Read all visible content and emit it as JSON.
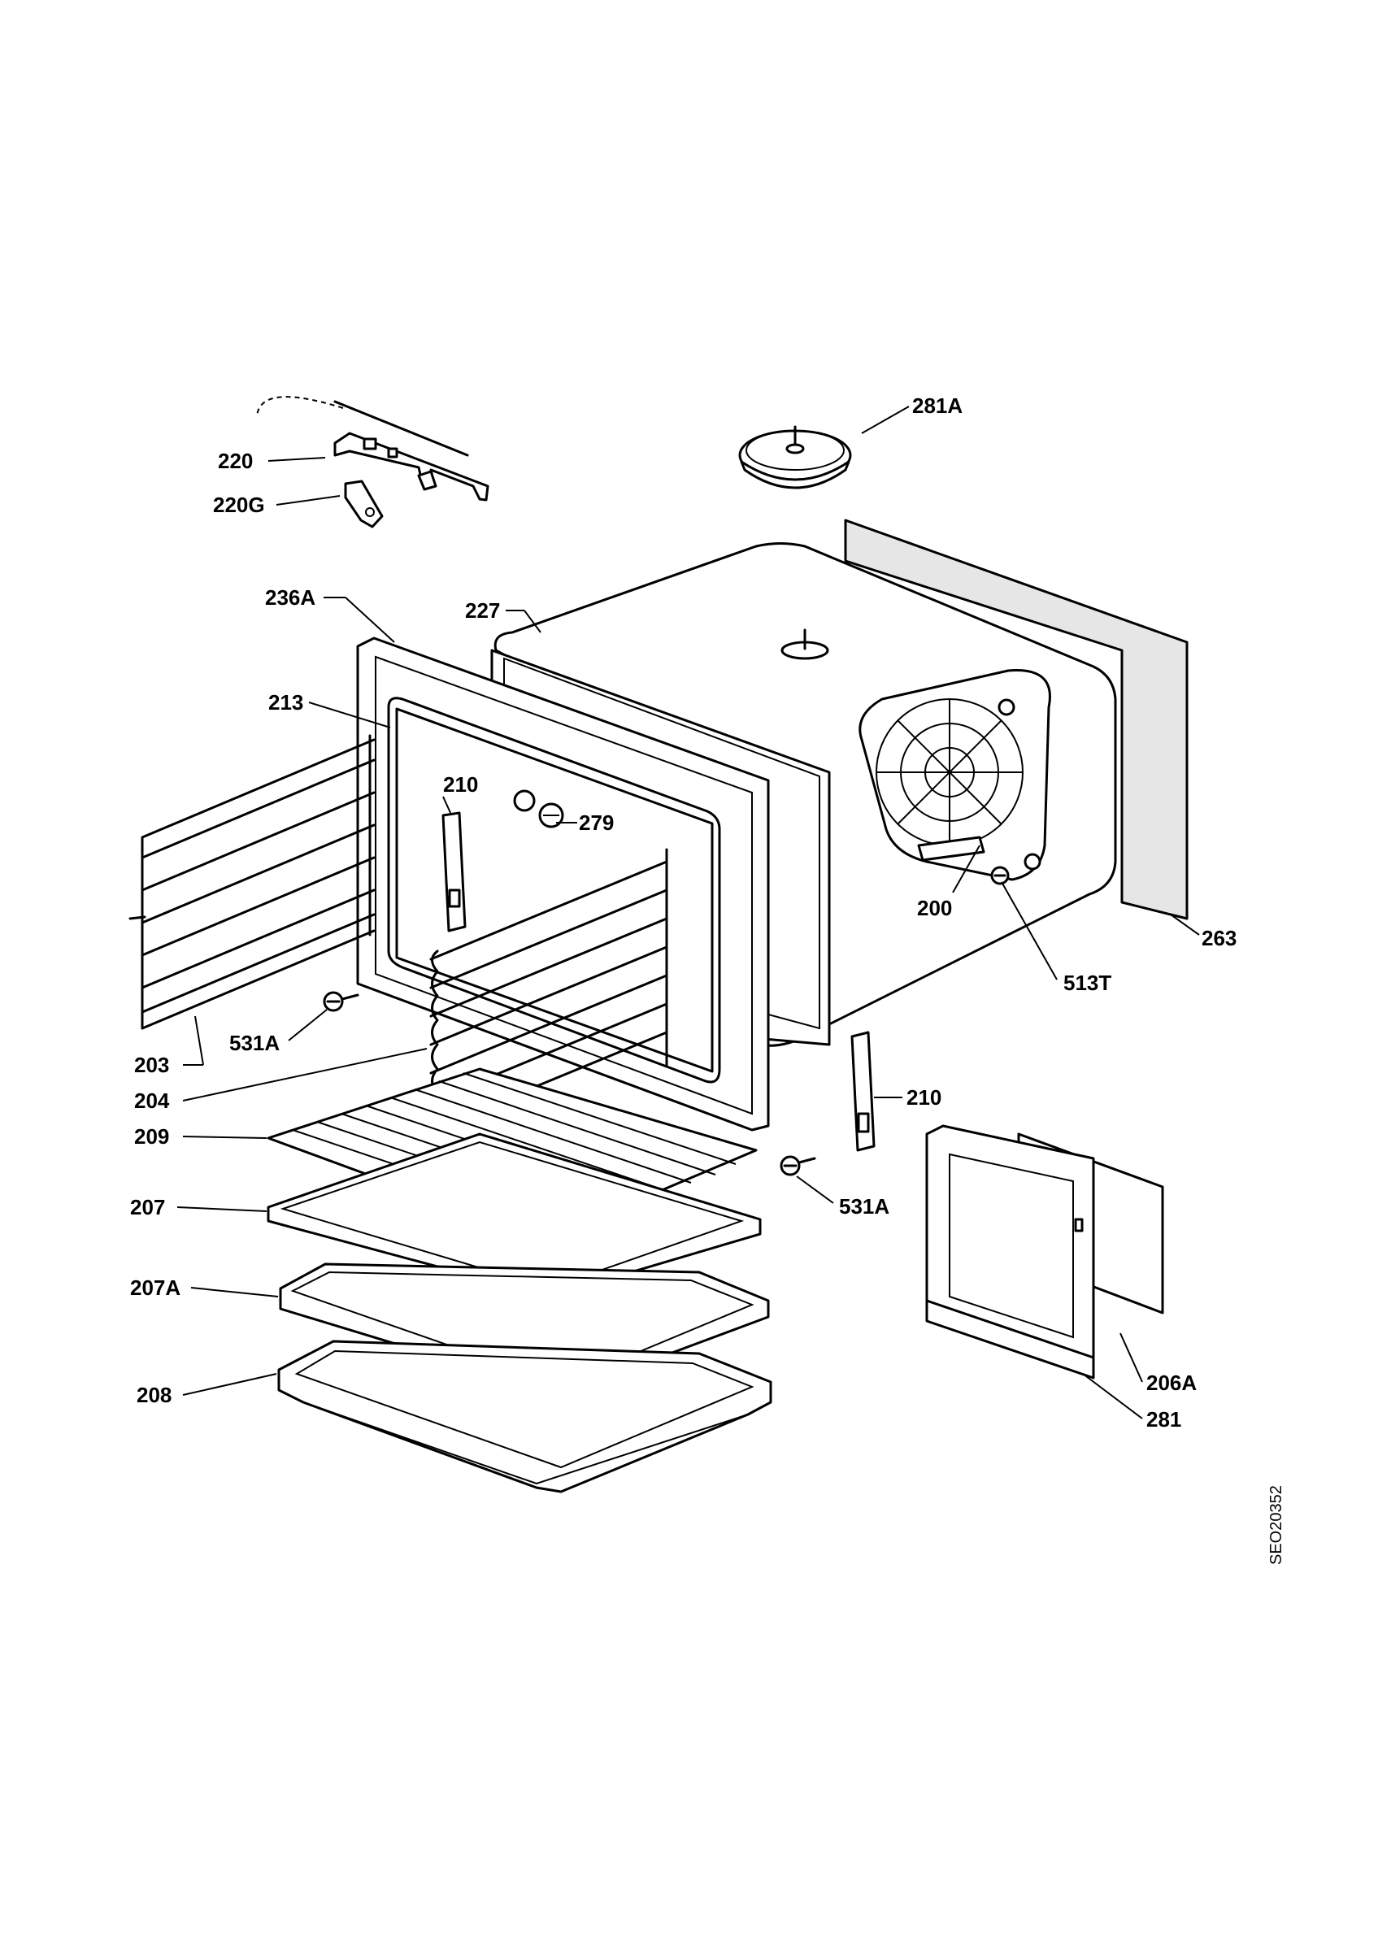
{
  "drawing_code": "SEO20352",
  "labels": {
    "l281A_top": "281A",
    "l220": "220",
    "l220G": "220G",
    "l236A": "236A",
    "l227": "227",
    "l213": "213",
    "l210_left": "210",
    "l279": "279",
    "l200": "200",
    "l263": "263",
    "l513T": "513T",
    "l531A_left": "531A",
    "l203": "203",
    "l204": "204",
    "l210_right": "210",
    "l209": "209",
    "l531A_right": "531A",
    "l207": "207",
    "l207A": "207A",
    "l206A": "206A",
    "l208": "208",
    "l281": "281"
  }
}
